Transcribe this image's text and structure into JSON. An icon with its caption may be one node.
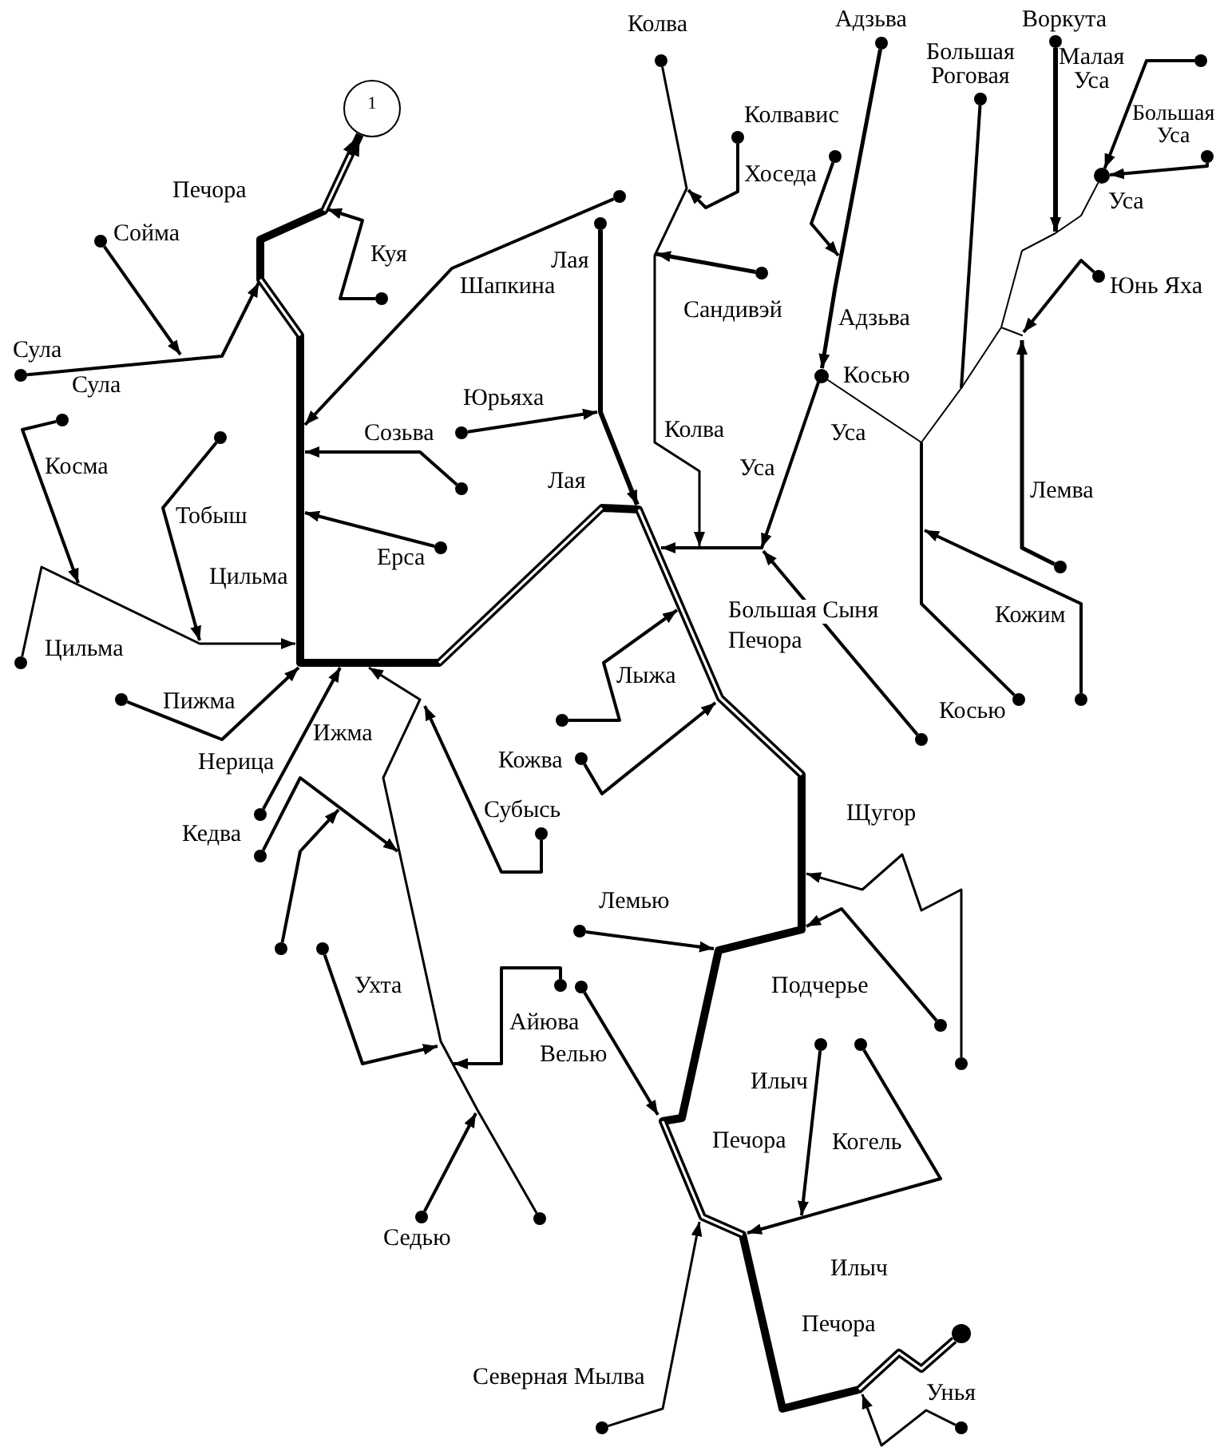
{
  "diagram": {
    "nodes": [
      {
        "text": [
          "1"
        ]
      },
      {
        "text": [],
        "shape": "circle"
      },
      {
        "text": [],
        "shape": "circle"
      },
      {
        "text": [],
        "shape": "circle"
      },
      {
        "text": [],
        "shape": "circle"
      },
      {
        "text": [],
        "shape": "circle"
      },
      {
        "text": [],
        "shape": "circle"
      },
      {
        "text": [],
        "shape": "circle"
      },
      {
        "text": [],
        "shape": "circle"
      },
      {
        "text": [],
        "shape": "circle"
      },
      {
        "text": [],
        "shape": "circle"
      },
      {
        "text": [],
        "shape": "circle"
      },
      {
        "text": [],
        "shape": "circle"
      },
      {
        "text": [],
        "shape": "circle"
      },
      {
        "text": [],
        "shape": "circle"
      },
      {
        "text": [],
        "shape": "circle"
      },
      {
        "text": [],
        "shape": "circle"
      },
      {
        "text": [],
        "shape": "circle"
      },
      {
        "text": [],
        "shape": "circle"
      },
      {
        "text": [],
        "shape": "circle"
      },
      {
        "text": [],
        "shape": "circle"
      },
      {
        "text": [],
        "shape": "circle"
      },
      {
        "text": [],
        "shape": "circle"
      },
      {
        "text": [],
        "shape": "circle"
      },
      {
        "text": [],
        "shape": "circle"
      },
      {
        "text": [],
        "shape": "circle"
      },
      {
        "text": [],
        "shape": "circle"
      },
      {
        "text": [],
        "shape": "circle"
      },
      {
        "text": [],
        "shape": "circle"
      },
      {
        "text": [],
        "shape": "circle"
      },
      {
        "text": [],
        "shape": "circle"
      },
      {
        "text": [],
        "shape": "circle"
      },
      {
        "text": [],
        "shape": "circle"
      },
      {
        "text": [],
        "shape": "circle"
      },
      {
        "text": [],
        "shape": "circle"
      },
      {
        "text": [],
        "shape": "circle"
      },
      {
        "text": [],
        "shape": "circle"
      },
      {
        "text": [],
        "shape": "circle"
      },
      {
        "text": [],
        "shape": "circle"
      },
      {
        "text": [],
        "shape": "circle"
      },
      {
        "text": [],
        "shape": "circle"
      },
      {
        "text": [],
        "shape": "circle"
      },
      {
        "text": [],
        "shape": "circle"
      },
      {
        "text": [],
        "shape": "circle"
      },
      {
        "text": [],
        "shape": "circle"
      },
      {
        "text": [],
        "shape": "circle"
      },
      {
        "text": [],
        "shape": "circle"
      },
      {
        "text": [],
        "shape": "circle"
      }
    ],
    "edges": [
      {
        "from": 45,
        "to": 0,
        "arrow": "to",
        "style": "thick"
      },
      {
        "from": 15,
        "to": null,
        "arrow": "to"
      },
      {
        "from": 11,
        "to": null,
        "arrow": "to"
      },
      {
        "from": 17,
        "to": null,
        "arrow": "to"
      },
      {
        "from": 10,
        "to": null,
        "arrow": "to"
      },
      {
        "from": 12,
        "to": null,
        "arrow": "to"
      },
      {
        "from": 19,
        "to": null,
        "arrow": "to"
      },
      {
        "from": 21,
        "to": null,
        "arrow": "to"
      },
      {
        "from": 18,
        "to": null,
        "arrow": "to"
      },
      {
        "from": 20,
        "to": null,
        "arrow": "to"
      },
      {
        "from": 24,
        "to": null,
        "arrow": "to"
      },
      {
        "from": 22,
        "to": null,
        "arrow": "to"
      },
      {
        "from": 25,
        "to": null,
        "arrow": "to"
      },
      {
        "from": 31,
        "to": null,
        "arrow": "to"
      },
      {
        "from": 44,
        "to": null,
        "arrow": "to"
      },
      {
        "from": 32,
        "to": null,
        "arrow": "to"
      },
      {
        "from": 33,
        "to": null,
        "arrow": "to"
      },
      {
        "from": 35,
        "to": null,
        "arrow": "to"
      },
      {
        "from": 36,
        "to": null,
        "arrow": "to"
      },
      {
        "from": 37,
        "to": null,
        "arrow": "to"
      },
      {
        "from": 43,
        "to": null,
        "arrow": "to"
      },
      {
        "from": 3,
        "to": null,
        "arrow": "to"
      },
      {
        "from": 6,
        "to": null,
        "arrow": "to"
      },
      {
        "from": 13,
        "to": null,
        "arrow": "to"
      },
      {
        "from": 8,
        "to": null,
        "arrow": "to"
      },
      {
        "from": 1,
        "to": 16,
        "arrow": "to"
      },
      {
        "from": 2,
        "to": null,
        "arrow": "to"
      },
      {
        "from": 4,
        "to": 9,
        "arrow": "to"
      },
      {
        "from": 7,
        "to": 9,
        "arrow": "to"
      },
      {
        "from": 9,
        "to": 16,
        "arrow": "none"
      },
      {
        "from": 16,
        "to": null,
        "arrow": "to"
      },
      {
        "from": 5,
        "to": null,
        "arrow": "none"
      },
      {
        "from": 14,
        "to": null,
        "arrow": "to"
      },
      {
        "from": 23,
        "to": null,
        "arrow": "to"
      },
      {
        "from": 26,
        "to": null,
        "arrow": "none"
      },
      {
        "from": 27,
        "to": null,
        "arrow": "to"
      },
      {
        "from": 29,
        "to": null,
        "arrow": "to"
      },
      {
        "from": 28,
        "to": null,
        "arrow": "to"
      },
      {
        "from": 30,
        "to": null,
        "arrow": "to"
      },
      {
        "from": 42,
        "to": null,
        "arrow": "to"
      },
      {
        "from": 39,
        "to": null,
        "arrow": "to"
      },
      {
        "from": 34,
        "to": null,
        "arrow": "to"
      },
      {
        "from": 38,
        "to": null,
        "arrow": "to"
      },
      {
        "from": 40,
        "to": null,
        "arrow": "to"
      },
      {
        "from": 41,
        "to": null,
        "arrow": "to"
      },
      {
        "from": 46,
        "to": null,
        "arrow": "to"
      },
      {
        "from": 47,
        "to": null,
        "arrow": "to"
      }
    ],
    "labels": [
      "Колва",
      "Адзьва",
      "Воркута",
      "Большая Роговая",
      "Малая Уса",
      "Колвавис",
      "Большая Уса",
      "Печора",
      "Хоседа",
      "Уса",
      "Сойма",
      "Куя",
      "Лая",
      "Шапкина",
      "Сандивэй",
      "Адзьва",
      "Юнь Яха",
      "Сула",
      "Сула",
      "Юрьяха",
      "Косью",
      "Созьва",
      "Колва",
      "Уса",
      "Косма",
      "Лая",
      "Уса",
      "Лемва",
      "Тобыш",
      "Цильма",
      "Ерса",
      "Большая Сыня",
      "Кожим",
      "Цильма",
      "Печора",
      "Лыжа",
      "Пижма",
      "Ижма",
      "Косью",
      "Нерица",
      "Кожва",
      "Кедва",
      "Субысь",
      "Щугор",
      "Лемью",
      "Ухта",
      "Подчерье",
      "Айюва",
      "Велью",
      "Илыч",
      "Печора",
      "Когель",
      "Седью",
      "Илыч",
      "Печора",
      "Северная Мылва",
      "Унья"
    ]
  }
}
